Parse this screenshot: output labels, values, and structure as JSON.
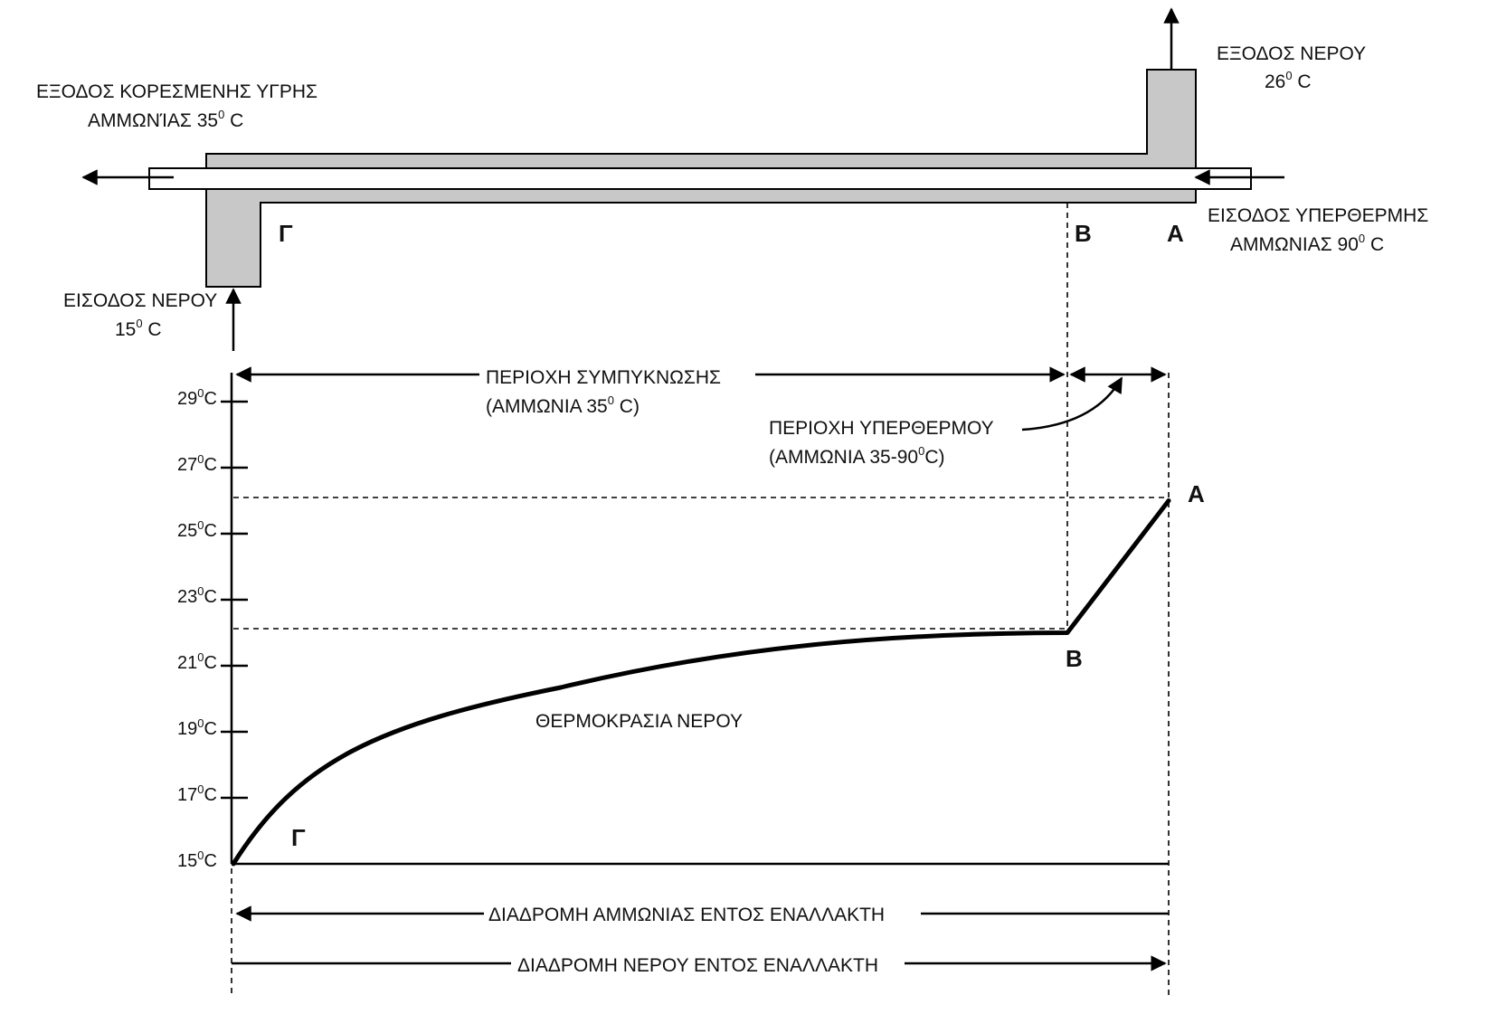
{
  "labels": {
    "ammonia_out_line1": "ΕΞΟΔΟΣ ΚΟΡΕΣΜΕΝΗΣ ΥΓΡΗΣ",
    "ammonia_out_line2": "ΑΜΜΩΝΊΑΣ  35",
    "ammonia_out_sup": "0",
    "ammonia_out_unit": " C",
    "water_out_line1": "ΕΞΟΔΟΣ ΝΕΡΟΥ",
    "water_out_line2": "26",
    "water_out_sup": "0",
    "water_out_unit": " C",
    "ammonia_in_line1": "ΕΙΣΟΔΟΣ ΥΠΕΡΘΕΡΜΗΣ",
    "ammonia_in_line2": "ΑΜΜΩΝΙΑΣ  90",
    "ammonia_in_sup": "0",
    "ammonia_in_unit": " C",
    "water_in_line1": "ΕΙΣΟΔΟΣ ΝΕΡΟΥ",
    "water_in_line2": "15",
    "water_in_sup": "0",
    "water_in_unit": " C",
    "condensation_line1": "ΠΕΡΙΟΧΗ ΣΥΜΠΥΚΝΩΣΗΣ",
    "condensation_line2": "(ΑΜΜΩΝΙΑ 35",
    "condensation_sup": "0",
    "condensation_unit": " C)",
    "superheat_line1": "ΠΕΡΙΟΧΗ ΥΠΕΡΘΕΡΜΟΥ",
    "superheat_line2": "(ΑΜΜΩΝΙΑ 35-90",
    "superheat_sup": "0",
    "superheat_unit": "C)",
    "water_temp": "ΘΕΡΜΟΚΡΑΣΙΑ ΝΕΡΟΥ",
    "ammonia_path": "ΔΙΑΔΡΟΜΗ ΑΜΜΩΝΙΑΣ ΕΝΤΟΣ ΕΝΑΛΛΑΚΤΗ",
    "water_path": "ΔΙΑΔΡΟΜΗ ΝΕΡΟΥ ΕΝΤΟΣ ΕΝΑΛΛΑΚΤΗ"
  },
  "points": {
    "a": "Α",
    "b": "Β",
    "g": "Γ"
  },
  "axis": {
    "ticks": [
      {
        "value": 15,
        "text": "15",
        "sup": "0",
        "unit": "C"
      },
      {
        "value": 17,
        "text": "17",
        "sup": "0",
        "unit": "C"
      },
      {
        "value": 19,
        "text": "19",
        "sup": "0",
        "unit": "C"
      },
      {
        "value": 21,
        "text": "21",
        "sup": "0",
        "unit": "C"
      },
      {
        "value": 23,
        "text": "23",
        "sup": "0",
        "unit": "C"
      },
      {
        "value": 25,
        "text": "25",
        "sup": "0",
        "unit": "C"
      },
      {
        "value": 27,
        "text": "27",
        "sup": "0",
        "unit": "C"
      },
      {
        "value": 29,
        "text": "29",
        "sup": "0",
        "unit": "C"
      }
    ]
  },
  "temperatures": {
    "water_in": 15,
    "water_at_b": 22,
    "water_out": 26
  }
}
